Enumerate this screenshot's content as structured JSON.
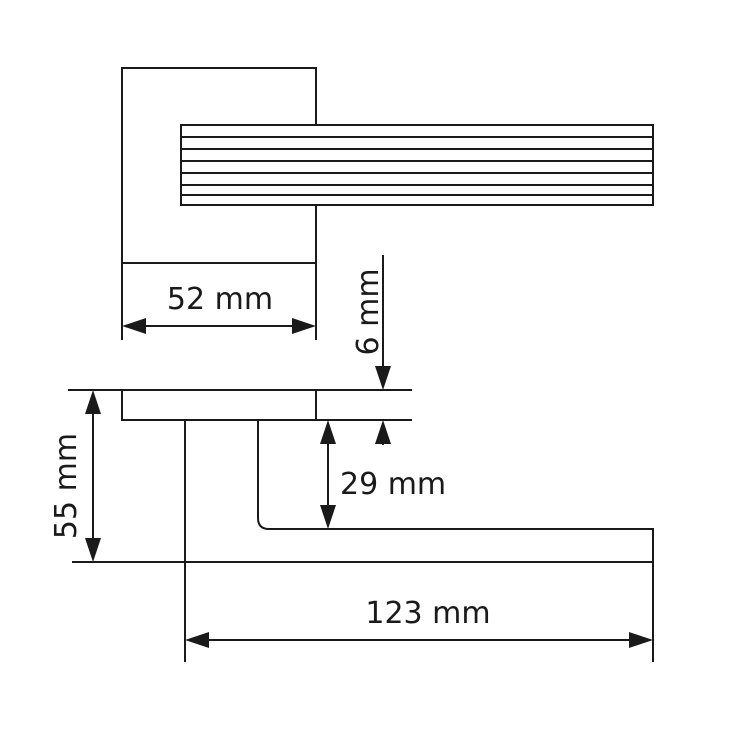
{
  "dimensions": {
    "rose_width": "52 mm",
    "rose_thickness": "6 mm",
    "total_height": "55 mm",
    "lever_offset": "29 mm",
    "lever_length": "123 mm"
  },
  "colors": {
    "line": "#1a1a1a",
    "background": "#ffffff"
  }
}
